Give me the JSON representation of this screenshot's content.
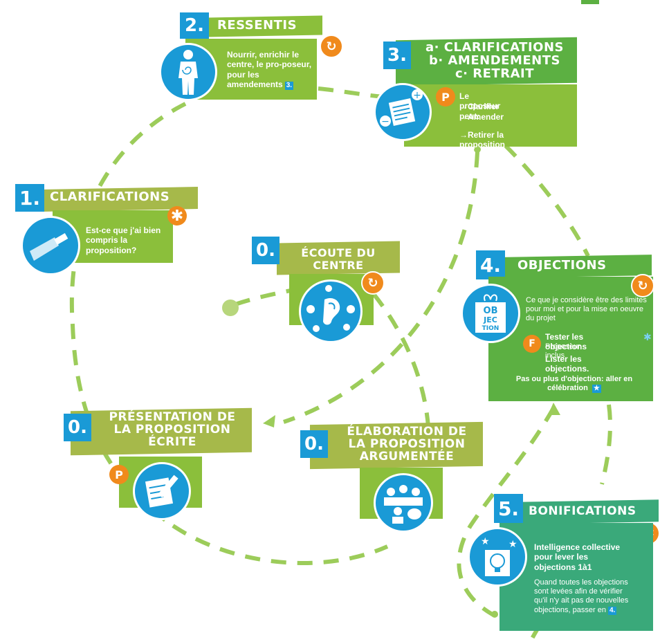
{
  "colors": {
    "green": "#8bbf3b",
    "olive": "#a6b94a",
    "dark_green": "#5cb042",
    "teal": "#3aa97a",
    "blue": "#1a9ad6",
    "orange": "#f08a1c",
    "dash": "#9ccc5a"
  },
  "steps": {
    "ressentis": {
      "num": "2.",
      "title": "RESSENTIS",
      "text": "Nourrir, enrichir le centre, le pro-poseur, pour les amendements",
      "ref": "3.",
      "icons": [
        "person-icon",
        "cycle-icon"
      ]
    },
    "clarif_amend": {
      "num": "3.",
      "title_a": "a· CLARIFICATIONS",
      "title_b": "b· AMENDEMENTS",
      "title_c": "c· RETRAIT",
      "lead": "Le proposeur peut:",
      "item1": "→Clarifier",
      "item2": "→Amender",
      "item3": "→Retirer la proposition",
      "badge": "P"
    },
    "clarifications": {
      "num": "1.",
      "title": "CLARIFICATIONS",
      "text": "Est-ce que j'ai bien compris la proposition?"
    },
    "ecoute": {
      "num": "0.",
      "title_1": "ÉCOUTE DU",
      "title_2": "CENTRE"
    },
    "objections": {
      "num": "4.",
      "title": "OBJECTIONS",
      "icon_text": [
        "OB",
        "JEC",
        "TION"
      ],
      "text": "Ce que je considère être des limites pour moi et pour la mise en oeuvre du projet",
      "test": "Tester les objections",
      "test_sub": "Proposeur inclus",
      "list": "Lister les objections.",
      "final": "Pas ou plus d'objection: aller en célébration",
      "badge": "F"
    },
    "presentation": {
      "num": "0.",
      "title_1": "PRÉSENTATION DE",
      "title_2": "LA PROPOSITION",
      "title_3": "ÉCRITE",
      "badge": "P"
    },
    "elaboration": {
      "num": "0.",
      "title_1": "ÉLABORATION DE",
      "title_2": "LA PROPOSITION",
      "title_3": "ARGUMENTÉE"
    },
    "bonifications": {
      "num": "5.",
      "title": "BONIFICATIONS",
      "lead": "Intelligence collective pour lever les objections 1à1",
      "text": "Quand toutes les objections sont levées afin de vérifier qu'il n'y ait pas de nouvelles objections, passer en",
      "ref": "4."
    }
  }
}
